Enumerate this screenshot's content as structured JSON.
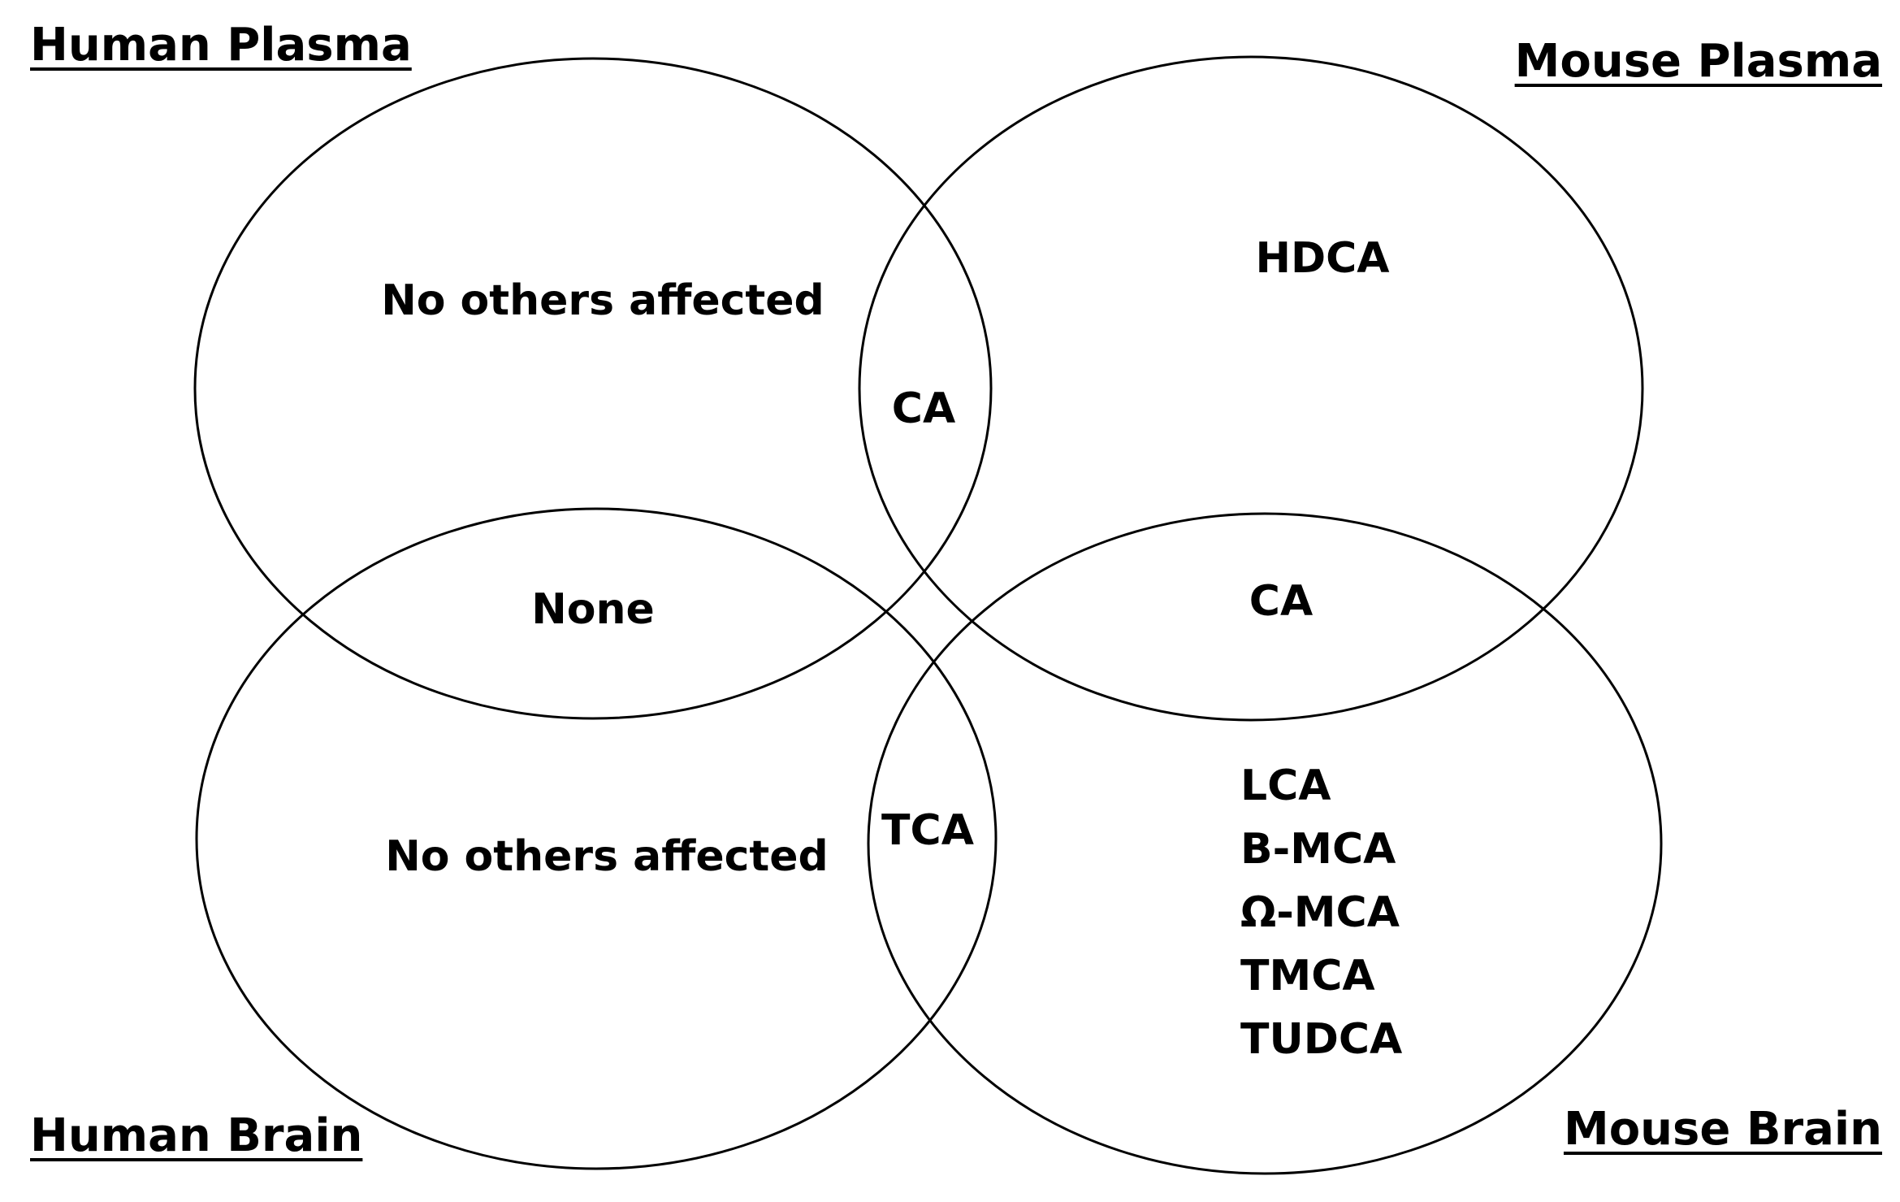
{
  "sets": {
    "human_plasma": "Human Plasma",
    "mouse_plasma": "Mouse Plasma",
    "human_brain": "Human Brain",
    "mouse_brain": "Mouse Brain"
  },
  "regions": {
    "human_plasma_only": "No others affected",
    "human_plasma_mouse_plasma": "CA",
    "mouse_plasma_only": "HDCA",
    "human_plasma_human_brain": "None",
    "mouse_plasma_mouse_brain": "CA",
    "human_brain_mouse_brain": "TCA",
    "human_brain_only": "No others affected",
    "mouse_brain_only": [
      "LCA",
      "B-MCA",
      "Ω-MCA",
      "TMCA",
      "TUDCA"
    ]
  }
}
